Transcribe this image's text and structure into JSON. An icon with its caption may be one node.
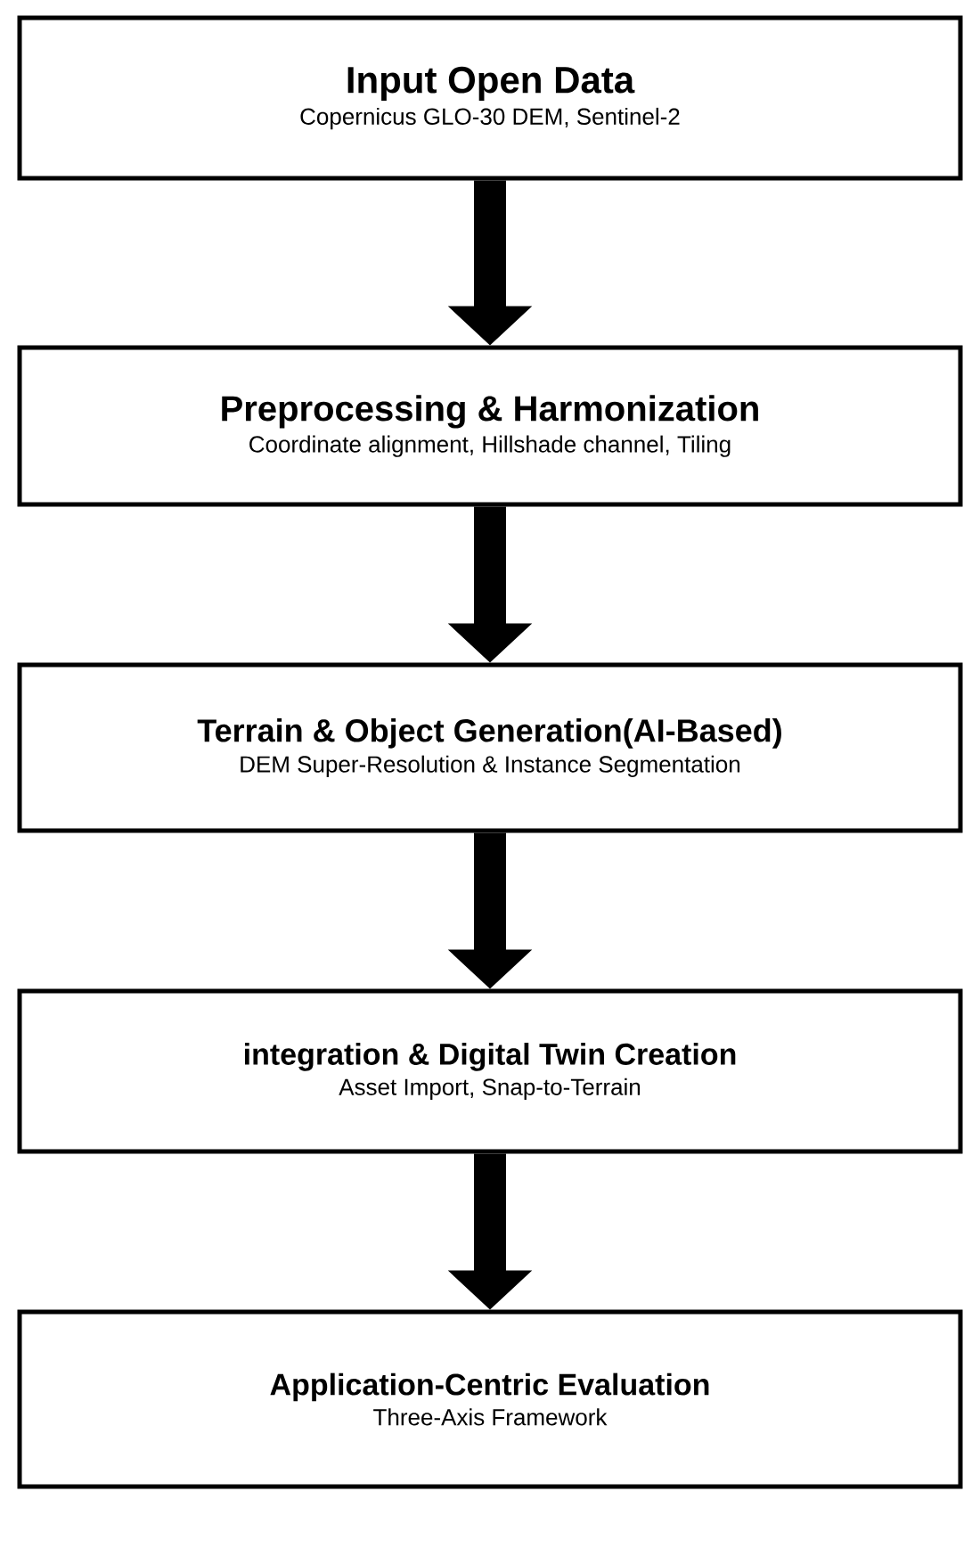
{
  "diagram": {
    "nodes": [
      {
        "text": [
          "Input Open Data",
          "Copernicus GLO-30 DEM, Sentinel-2"
        ]
      },
      {
        "text": [
          "Preprocessing & Harmonization",
          "Coordinate alignment, Hillshade channel, Tiling"
        ]
      },
      {
        "text": [
          "Terrain & Object Generation(AI-Based)",
          "DEM Super-Resolution & Instance Segmentation"
        ]
      },
      {
        "text": [
          "integration & Digital Twin Creation",
          "Asset Import, Snap-to-Terrain"
        ]
      },
      {
        "text": [
          "Application-Centric Evaluation",
          "Three-Axis Framework"
        ]
      }
    ],
    "edges": [
      {
        "from": 0,
        "to": 1,
        "arrow": "to"
      },
      {
        "from": 1,
        "to": 2,
        "arrow": "to"
      },
      {
        "from": 2,
        "to": 3,
        "arrow": "to"
      },
      {
        "from": 3,
        "to": 4,
        "arrow": "to"
      }
    ]
  }
}
